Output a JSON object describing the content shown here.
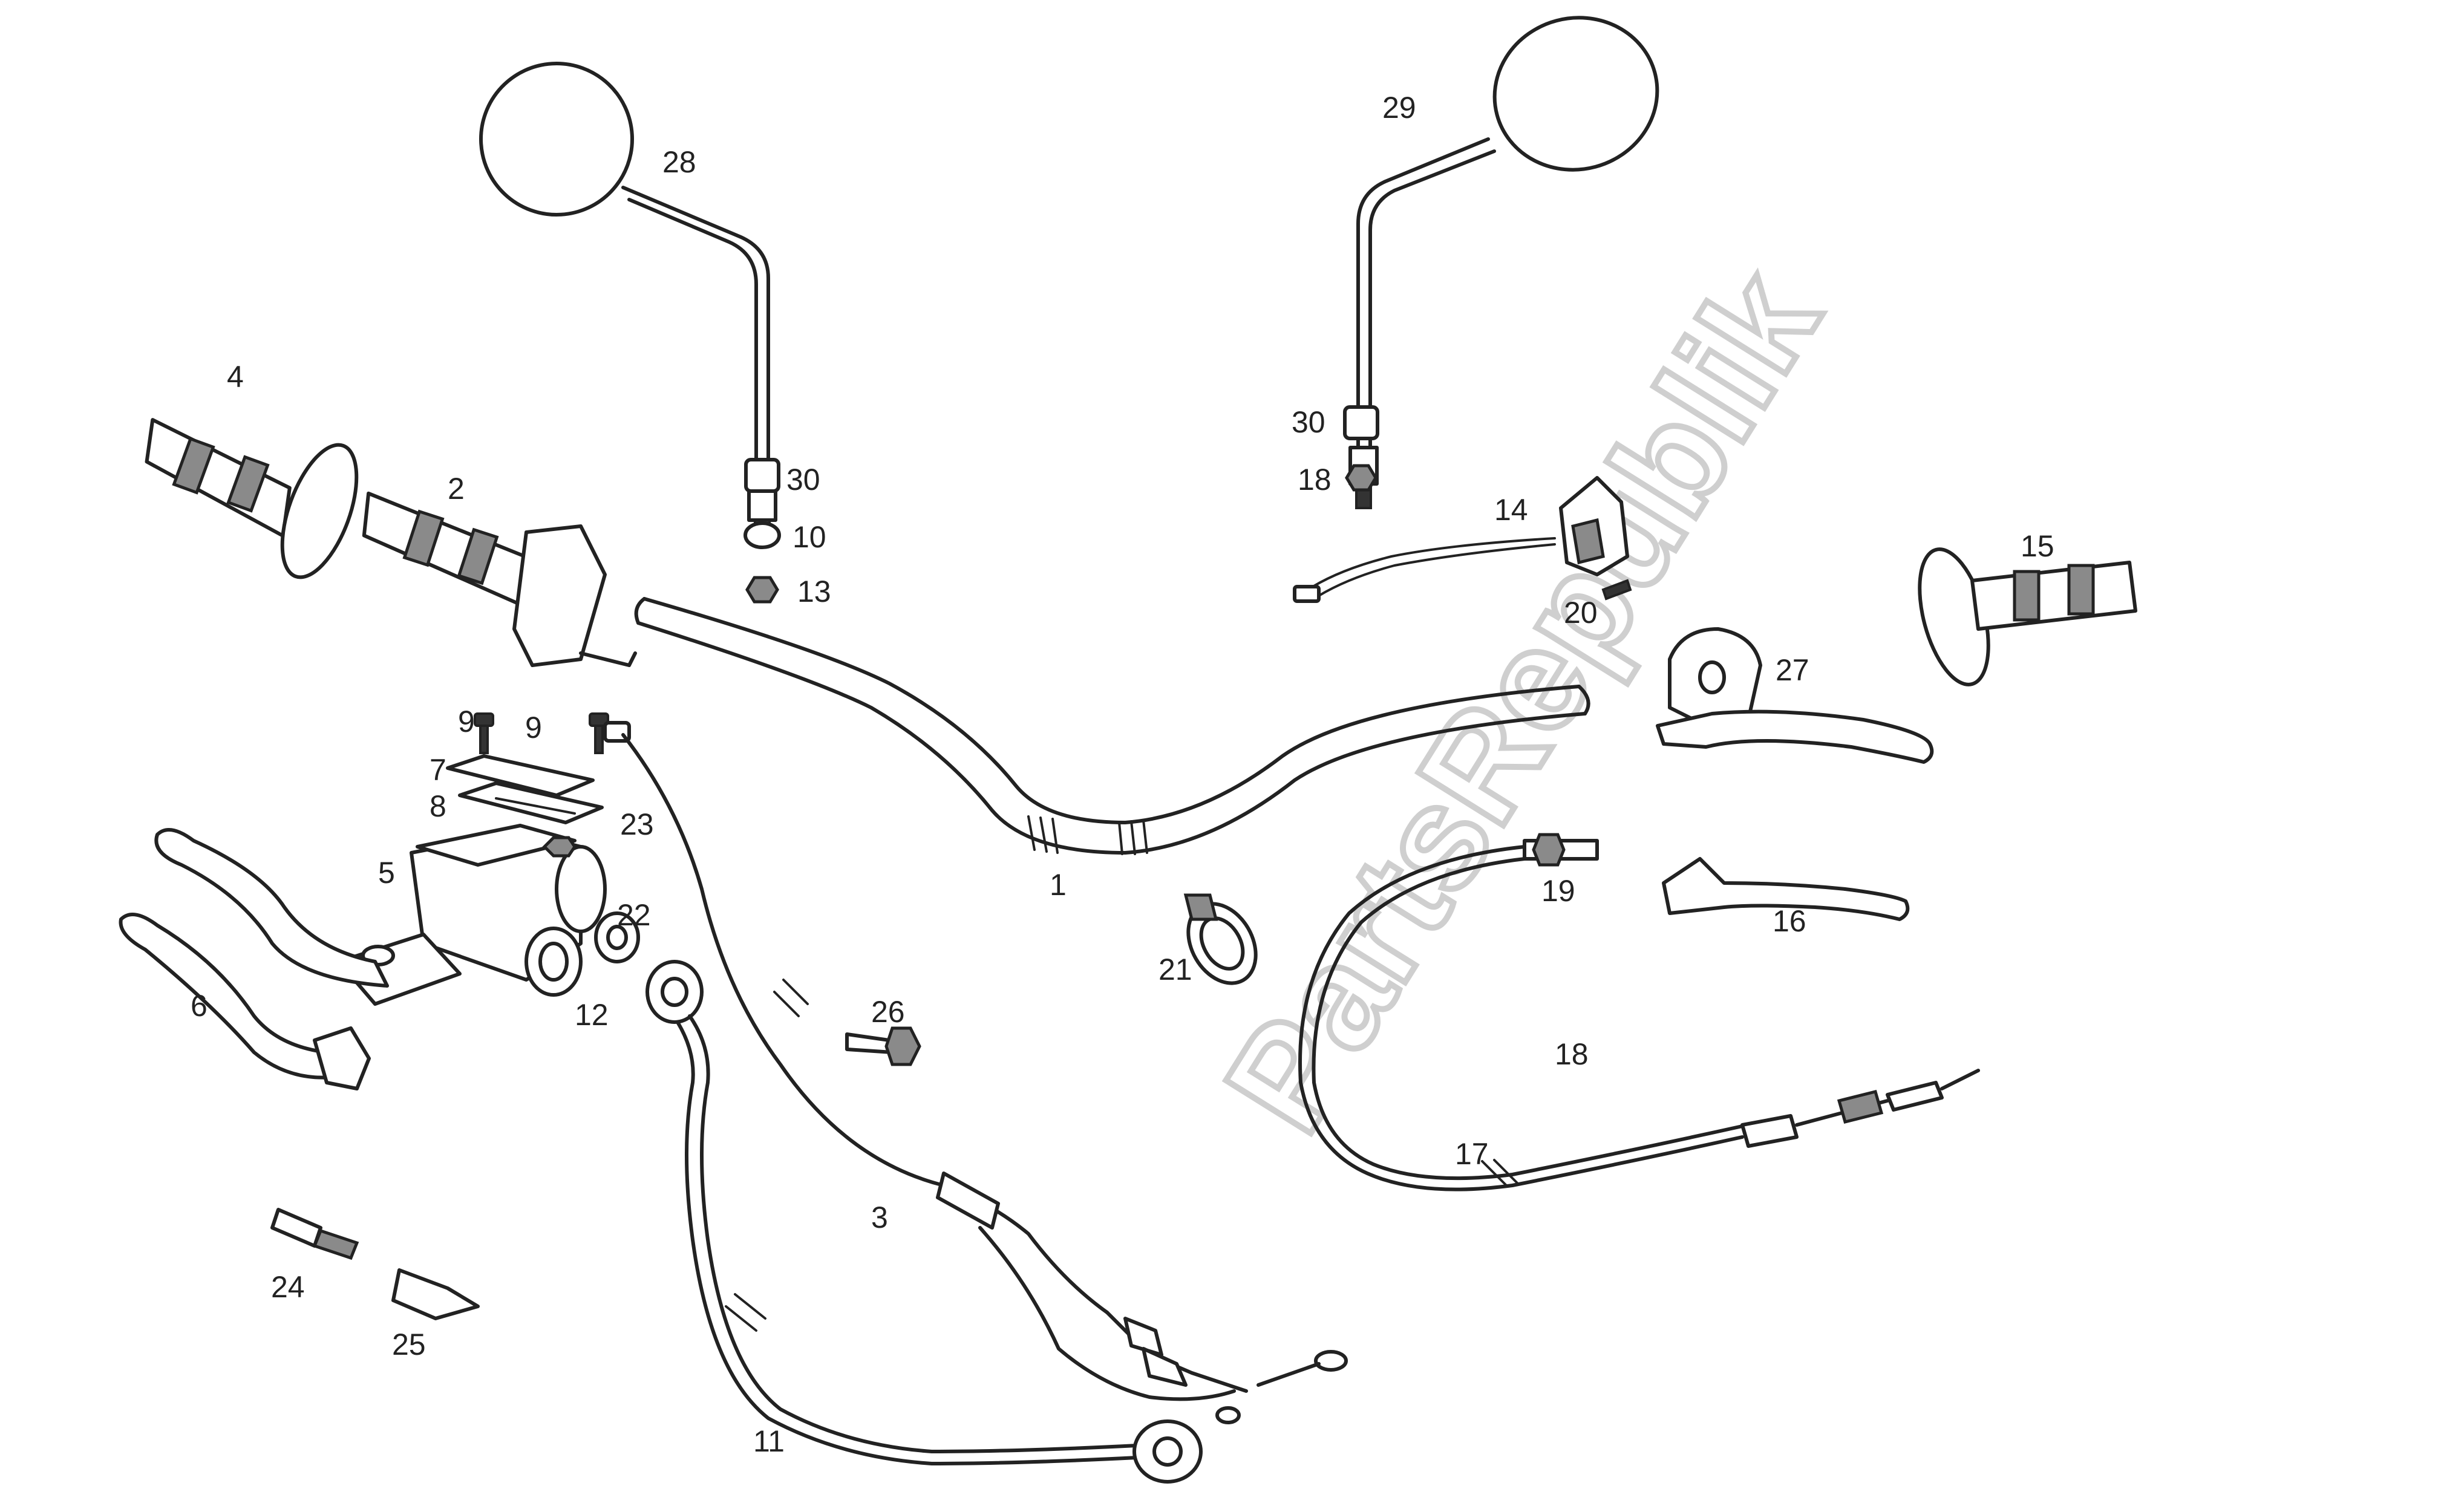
{
  "watermark": "PartsRepublik",
  "callouts": [
    "1",
    "2",
    "3",
    "4",
    "5",
    "6",
    "7",
    "8",
    "9",
    "9",
    "10",
    "11",
    "12",
    "13",
    "14",
    "15",
    "16",
    "17",
    "18",
    "18",
    "19",
    "20",
    "21",
    "22",
    "23",
    "24",
    "25",
    "26",
    "27",
    "28",
    "29",
    "30",
    "30"
  ]
}
